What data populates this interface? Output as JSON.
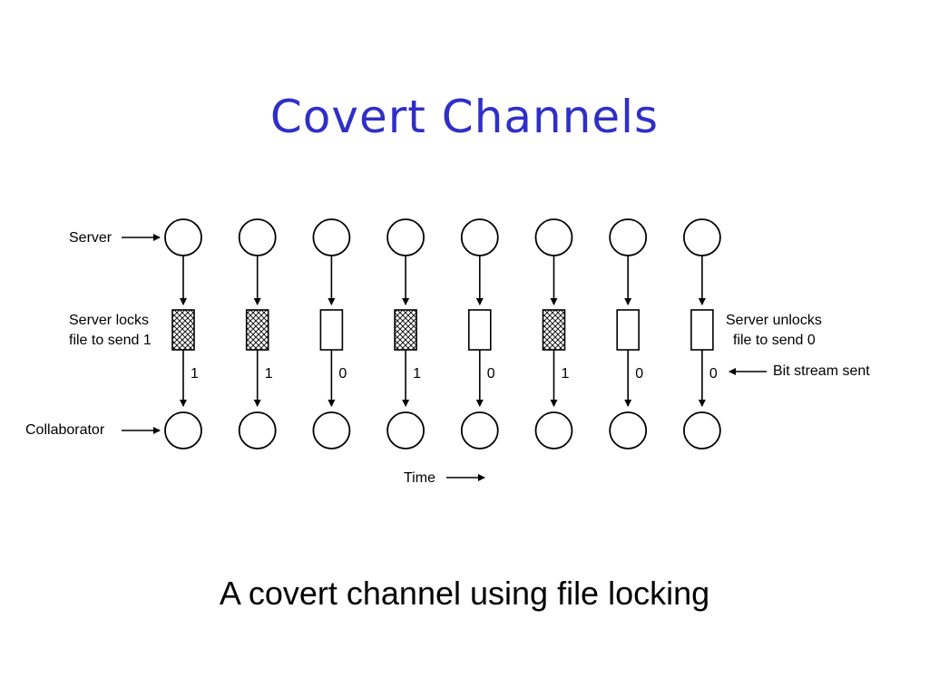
{
  "title": "Covert Channels",
  "caption": "A covert channel using file locking",
  "diagram": {
    "labels": {
      "server": "Server",
      "collaborator": "Collaborator",
      "locks_line1": "Server locks",
      "locks_line2": "file to send 1",
      "unlocks_line1": "Server unlocks",
      "unlocks_line2": "file to send 0",
      "bit_stream": "Bit stream sent",
      "time": "Time"
    },
    "bits": [
      "1",
      "1",
      "0",
      "1",
      "0",
      "1",
      "0",
      "0"
    ]
  }
}
